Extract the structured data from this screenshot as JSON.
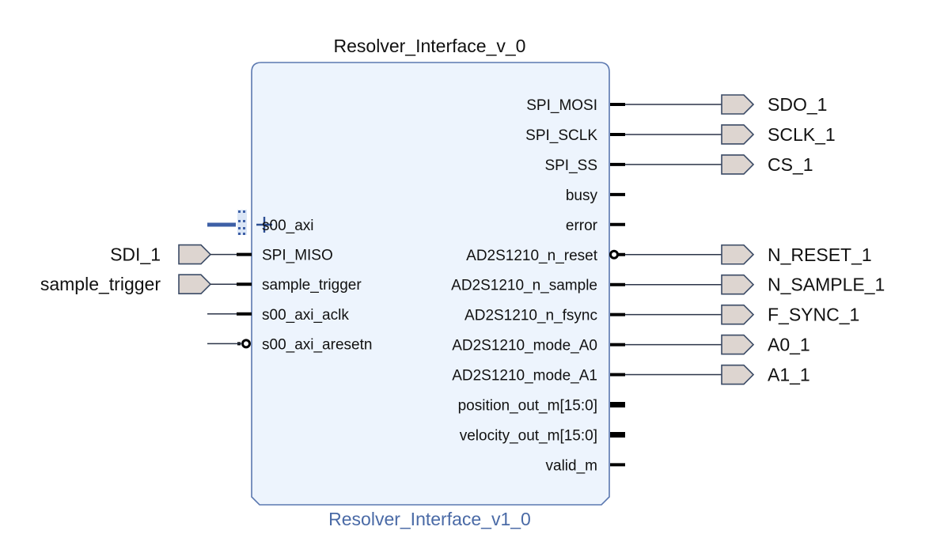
{
  "block": {
    "instance_name": "Resolver_Interface_v_0",
    "ip_name": "Resolver_Interface_v1_0",
    "fill": "#edf4fd",
    "stroke": "#5b78b0",
    "left_pins": [
      {
        "name": "s00_axi",
        "kind": "bus-interface"
      },
      {
        "name": "SPI_MISO",
        "kind": "input"
      },
      {
        "name": "sample_trigger",
        "kind": "input"
      },
      {
        "name": "s00_axi_aclk",
        "kind": "input"
      },
      {
        "name": "s00_axi_aresetn",
        "kind": "input-inverted"
      }
    ],
    "right_pins": [
      {
        "name": "SPI_MOSI",
        "kind": "output"
      },
      {
        "name": "SPI_SCLK",
        "kind": "output"
      },
      {
        "name": "SPI_SS",
        "kind": "output"
      },
      {
        "name": "busy",
        "kind": "output"
      },
      {
        "name": "error",
        "kind": "output"
      },
      {
        "name": "AD2S1210_n_reset",
        "kind": "output-inverted"
      },
      {
        "name": "AD2S1210_n_sample",
        "kind": "output"
      },
      {
        "name": "AD2S1210_n_fsync",
        "kind": "output"
      },
      {
        "name": "AD2S1210_mode_A0",
        "kind": "output"
      },
      {
        "name": "AD2S1210_mode_A1",
        "kind": "output"
      },
      {
        "name": "position_out_m[15:0]",
        "kind": "output-bus"
      },
      {
        "name": "velocity_out_m[15:0]",
        "kind": "output-bus"
      },
      {
        "name": "valid_m",
        "kind": "output"
      }
    ]
  },
  "input_ports": [
    {
      "name": "SDI_1",
      "connects_to": "SPI_MISO"
    },
    {
      "name": "sample_trigger",
      "connects_to": "sample_trigger"
    }
  ],
  "output_ports": [
    {
      "name": "SDO_1",
      "connects_to": "SPI_MOSI"
    },
    {
      "name": "SCLK_1",
      "connects_to": "SPI_SCLK"
    },
    {
      "name": "CS_1",
      "connects_to": "SPI_SS"
    },
    {
      "name": "N_RESET_1",
      "connects_to": "AD2S1210_n_reset"
    },
    {
      "name": "N_SAMPLE_1",
      "connects_to": "AD2S1210_n_sample"
    },
    {
      "name": "F_SYNC_1",
      "connects_to": "AD2S1210_n_fsync"
    },
    {
      "name": "A0_1",
      "connects_to": "AD2S1210_mode_A0"
    },
    {
      "name": "A1_1",
      "connects_to": "AD2S1210_mode_A1"
    }
  ],
  "colors": {
    "port_fill": "#ddd5d0",
    "port_stroke": "#3b4b66",
    "wire": "#2b3448",
    "bus_interface": "#3d5fa6"
  }
}
